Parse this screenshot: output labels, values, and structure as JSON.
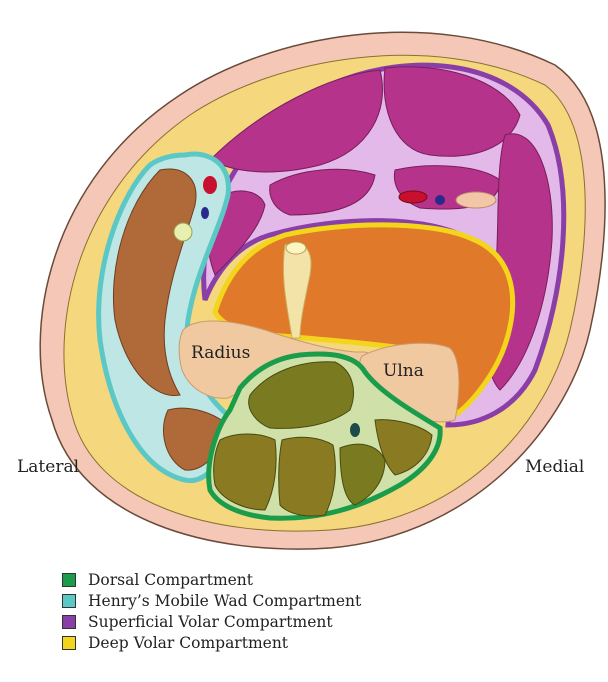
{
  "labels": {
    "lateral": "Lateral",
    "medial": "Medial",
    "radius": "Radius",
    "ulna": "Ulna"
  },
  "legend": [
    {
      "label": "Dorsal Compartment",
      "color": "#1a9c4a"
    },
    {
      "label": "Henry’s Mobile Wad Compartment",
      "color": "#5bc8c6"
    },
    {
      "label": "Superficial Volar Compartment",
      "color": "#8a3fa8"
    },
    {
      "label": "Deep Volar Compartment",
      "color": "#f3d51c"
    }
  ]
}
